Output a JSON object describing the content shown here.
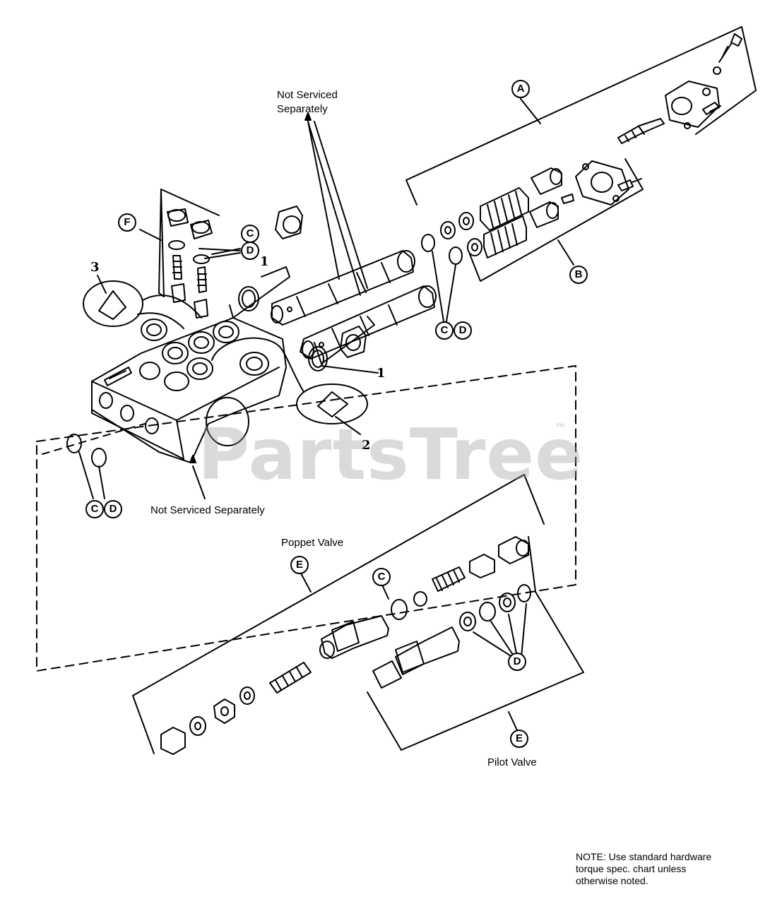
{
  "watermark": {
    "text": "PartsTree",
    "trademark": "™"
  },
  "labels": {
    "not_serviced_top": [
      "Not Serviced",
      "Separately"
    ],
    "not_serviced_bottom": "Not Serviced Separately",
    "poppet_valve": "Poppet Valve",
    "pilot_valve": "Pilot Valve"
  },
  "note": [
    "NOTE: Use standard hardware",
    "torque spec. chart unless",
    "otherwise noted."
  ],
  "callouts": {
    "A": "A",
    "B": "B",
    "C": "C",
    "D": "D",
    "E": "E",
    "F": "F"
  },
  "part_numbers": {
    "one": "1",
    "two": "2",
    "three": "3"
  },
  "colors": {
    "ink": "#000000",
    "paper": "#ffffff",
    "watermark": "#969696"
  }
}
